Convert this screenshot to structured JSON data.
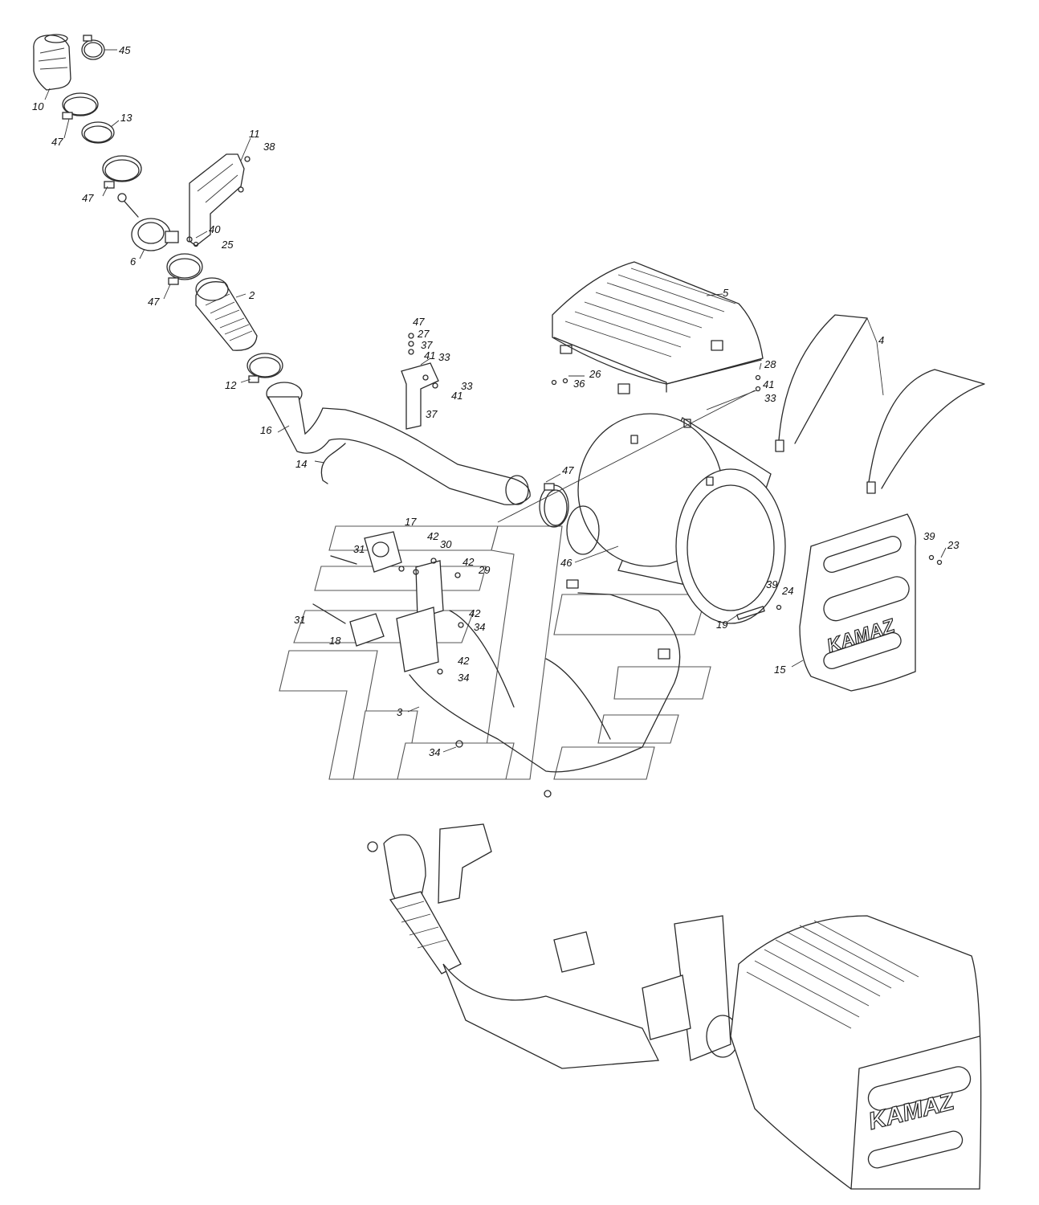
{
  "diagram": {
    "brand_logo_text": "KAMAZ",
    "callouts": [
      {
        "id": "c45",
        "text": "45"
      },
      {
        "id": "c10",
        "text": "10"
      },
      {
        "id": "c13",
        "text": "13"
      },
      {
        "id": "c47a",
        "text": "47"
      },
      {
        "id": "c11",
        "text": "11"
      },
      {
        "id": "c38",
        "text": "38"
      },
      {
        "id": "c47b",
        "text": "47"
      },
      {
        "id": "c40",
        "text": "40"
      },
      {
        "id": "c25",
        "text": "25"
      },
      {
        "id": "c6",
        "text": "6"
      },
      {
        "id": "c47c",
        "text": "47"
      },
      {
        "id": "c2",
        "text": "2"
      },
      {
        "id": "c47d",
        "text": "47"
      },
      {
        "id": "c27",
        "text": "27"
      },
      {
        "id": "c37a",
        "text": "37"
      },
      {
        "id": "c41a",
        "text": "41"
      },
      {
        "id": "c33a",
        "text": "33"
      },
      {
        "id": "c12",
        "text": "12"
      },
      {
        "id": "c33b",
        "text": "33"
      },
      {
        "id": "c41b",
        "text": "41"
      },
      {
        "id": "c37b",
        "text": "37"
      },
      {
        "id": "c16",
        "text": "16"
      },
      {
        "id": "c14",
        "text": "14"
      },
      {
        "id": "c5",
        "text": "5"
      },
      {
        "id": "c4",
        "text": "4"
      },
      {
        "id": "c26",
        "text": "26"
      },
      {
        "id": "c36",
        "text": "36"
      },
      {
        "id": "c28",
        "text": "28"
      },
      {
        "id": "c41c",
        "text": "41"
      },
      {
        "id": "c33c",
        "text": "33"
      },
      {
        "id": "c47e",
        "text": "47"
      },
      {
        "id": "c17",
        "text": "17"
      },
      {
        "id": "c42a",
        "text": "42"
      },
      {
        "id": "c30",
        "text": "30"
      },
      {
        "id": "c31a",
        "text": "31"
      },
      {
        "id": "c42b",
        "text": "42"
      },
      {
        "id": "c29",
        "text": "29"
      },
      {
        "id": "c46",
        "text": "46"
      },
      {
        "id": "c39a",
        "text": "39"
      },
      {
        "id": "c23",
        "text": "23"
      },
      {
        "id": "c39b",
        "text": "39"
      },
      {
        "id": "c24",
        "text": "24"
      },
      {
        "id": "c19",
        "text": "19"
      },
      {
        "id": "c31b",
        "text": "31"
      },
      {
        "id": "c42c",
        "text": "42"
      },
      {
        "id": "c34a",
        "text": "34"
      },
      {
        "id": "c18",
        "text": "18"
      },
      {
        "id": "c42d",
        "text": "42"
      },
      {
        "id": "c34b",
        "text": "34"
      },
      {
        "id": "c15",
        "text": "15"
      },
      {
        "id": "c3",
        "text": "3"
      },
      {
        "id": "c34c",
        "text": "34"
      }
    ]
  }
}
